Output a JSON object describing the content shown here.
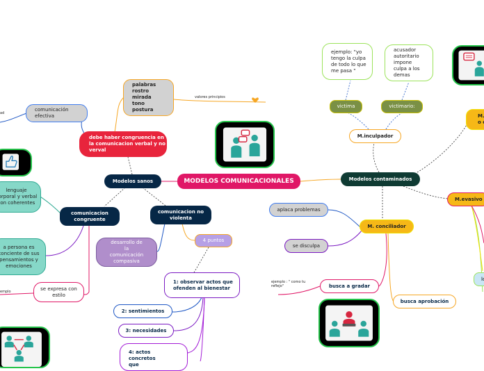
{
  "central": "MODELOS COMUNICACIONALES",
  "sanos": {
    "title": "Modelos sanos",
    "congruencia": "debe haber congruencia en la comunicacion verbal y no verval",
    "palabras": [
      "palabras",
      "rostro",
      "mirada",
      "tono",
      "postura"
    ],
    "valores": "valores principios",
    "comunicacion_efectiva": "comunicación efectiva",
    "comunicacion_efectiva_cut": "ad",
    "congruente": "comunicacion congruente",
    "lenguaje": "lenguaje corporal y verbal son coherentes",
    "persona": "a persona es conciente de sus pensamientos y emociones",
    "expresa": "se expresa con estilo",
    "ejemplo_cut": "emplo",
    "no_violenta": "comunicacion no violenta",
    "desarrollo": "desarrollo de la comunicación compasiva",
    "puntos": "4 puntos",
    "p1": "1: observar actos que ofenden al bienestar",
    "p2": "2: sentimientos",
    "p3": "3: necesidades",
    "p4": "4: actos concretos que"
  },
  "contaminados": {
    "title": "Modelos contaminados",
    "inculpador": "M.inculpador",
    "victima": "victima",
    "victimario": "victimario:",
    "ejemplo_victima": "ejemplo: \"yo tengo la culpa de todo lo que me pasa \"",
    "acusador": "acusador autoritario impone culpa a los demas",
    "m_o_cut": "M.\no c",
    "conciliador": "M. conciliador",
    "aplaca": "aplaca problemas",
    "disculpa": "se disculpa",
    "busca_gradar": "busca a gradar",
    "ejemplo_espejo": "ejemplo : \" como tu reflejo\"",
    "busca_aprobacion": "busca aprobación",
    "evasivo": "M.evasivo",
    "evasivo_child_cut": "lo"
  },
  "icons": [
    "two-people-talking-icon",
    "two-people-chat-icon",
    "thumbs-up-icon",
    "group-meeting-icon",
    "people-network-icon"
  ]
}
